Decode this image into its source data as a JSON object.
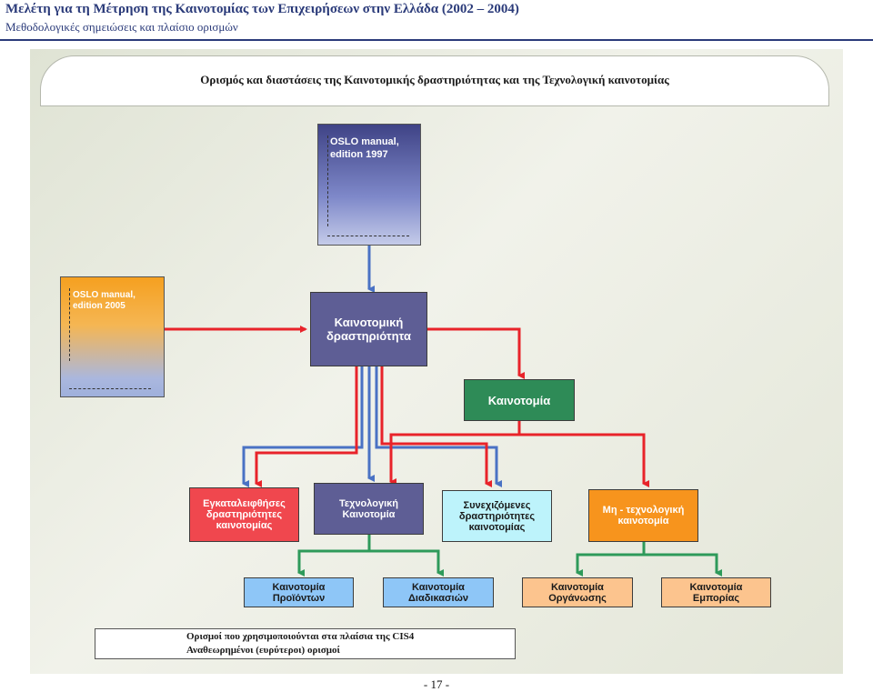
{
  "header": {
    "title": "Μελέτη για τη Μέτρηση της Καινοτομίας των Επιχειρήσεων στην Ελλάδα (2002 – 2004)",
    "subtitle": "Μεθοδολογικές σημειώσεις και πλαίσιο ορισμών"
  },
  "diagram": {
    "title": "Ορισμός και διαστάσεις της Καινοτομικής δραστηριότητας και της Τεχνολογική καινοτομίας",
    "oslo1997": [
      "OSLO manual,",
      "edition 1997"
    ],
    "oslo2005": [
      "OSLO manual,",
      "edition 2005"
    ],
    "activity": [
      "Καινοτομική",
      "δραστηριότητα"
    ],
    "innovation": "Καινοτομία",
    "abandoned": [
      "Εγκαταλειφθήσες",
      "δραστηριότητες",
      "καινοτομίας"
    ],
    "technological": [
      "Τεχνολογική",
      "Καινοτομία"
    ],
    "ongoing": [
      "Συνεχιζόμενες",
      "δραστηριότητες",
      "καινοτομίας"
    ],
    "non_technological": [
      "Μη - τεχνολογική",
      "καινοτομία"
    ],
    "product": [
      "Καινοτομία",
      "Προϊόντων"
    ],
    "process": [
      "Καινοτομία",
      "Διαδικασιών"
    ],
    "organisational": [
      "Καινοτομία",
      "Οργάνωσης"
    ],
    "marketing": [
      "Καινοτομία",
      "Εμπορίας"
    ]
  },
  "legend": {
    "blue": "Ορισμοί που χρησιμοποιούνται στα πλαίσια της CIS4",
    "red": "Αναθεωρημένοι (ευρύτεροι) ορισμοί"
  },
  "page_number": "- 17 -",
  "colors": {
    "blue_arrow": "#4a72c4",
    "red_arrow": "#e8232a",
    "green_line": "#2e9a5a"
  }
}
